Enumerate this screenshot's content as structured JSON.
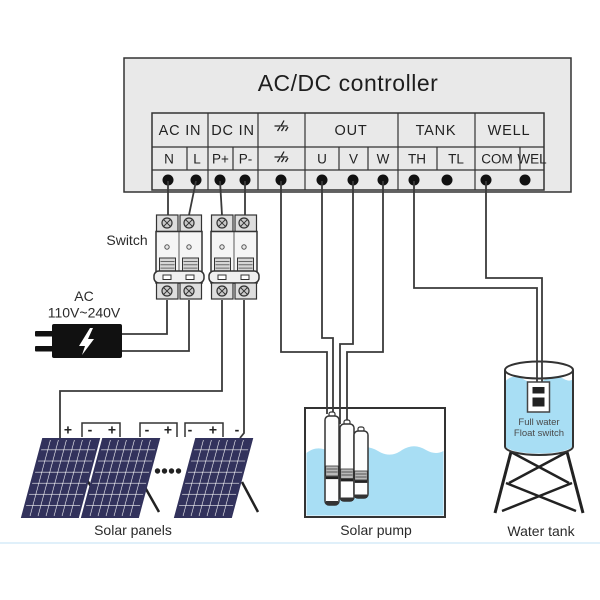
{
  "controller": {
    "title": "AC/DC controller",
    "groups": [
      "AC IN",
      "DC IN",
      "OUT",
      "TANK",
      "WELL"
    ],
    "terminals": [
      "N",
      "L",
      "P+",
      "P-",
      "U",
      "V",
      "W",
      "TH",
      "TL",
      "COM",
      "WEL"
    ],
    "earth_icon": "earth-ground-symbol"
  },
  "labels": {
    "switch": "Switch",
    "ac_supply_line1": "AC",
    "ac_supply_line2": "110V~240V",
    "solar_panels": "Solar panels",
    "solar_pump": "Solar pump",
    "water_tank": "Water tank",
    "float_switch_line1": "Full water",
    "float_switch_line2": "Float switch"
  },
  "solar_panels": {
    "terminal_signs": [
      "+",
      "-",
      "+",
      "-",
      "+",
      "-",
      "+",
      "-"
    ]
  },
  "colors": {
    "wire": "#3a3a3a",
    "controller_fill": "#e9e9e9",
    "panel_navy": "#32325c",
    "water_blue": "#a8def4",
    "plug_black": "#111111"
  }
}
